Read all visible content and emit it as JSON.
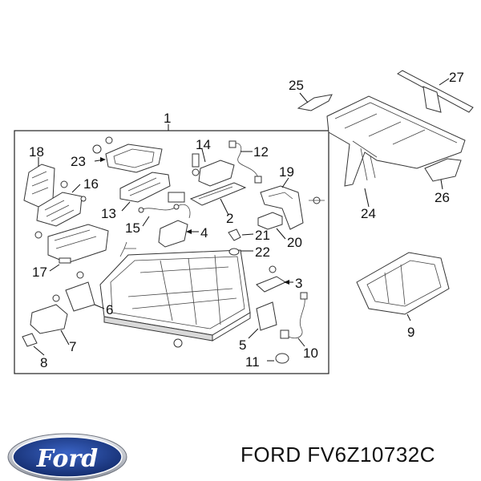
{
  "callouts": {
    "c1": "1",
    "c2": "2",
    "c3": "3",
    "c4": "4",
    "c5": "5",
    "c6": "6",
    "c7": "7",
    "c8": "8",
    "c9": "9",
    "c10": "10",
    "c11": "11",
    "c12": "12",
    "c13": "13",
    "c14": "14",
    "c15": "15",
    "c16": "16",
    "c17": "17",
    "c18": "18",
    "c19": "19",
    "c20": "20",
    "c21": "21",
    "c22": "22",
    "c23": "23",
    "c24": "24",
    "c25": "25",
    "c26": "26",
    "c27": "27"
  },
  "brand": {
    "logo_text": "Ford",
    "caption": "FORD FV6Z10732C"
  },
  "colors": {
    "logo_blue": "#1f3f8f",
    "logo_rim": "#c9ccd3",
    "line": "#333333"
  }
}
